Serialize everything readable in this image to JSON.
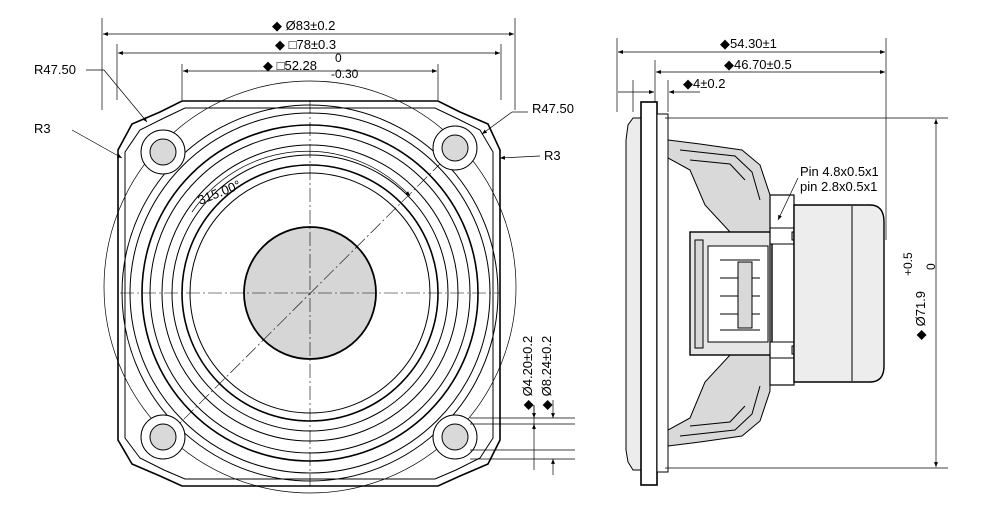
{
  "front_view": {
    "dim_outer_diameter": "◆ Ø83±0.2",
    "dim_frame_square": "◆ □78±0.3",
    "dim_hole_square_value": "◆ □52.28",
    "dim_hole_square_upper_tol": "0",
    "dim_hole_square_lower_tol": "-0.30",
    "label_radius_left": "R47.50",
    "label_corner_left": "R3",
    "label_radius_right": "R47.50",
    "label_corner_right": "R3",
    "label_angle": "315.00°",
    "dim_hole_diameter": "◆ Ø4.20±0.2",
    "dim_hole_spacing": "◆ Ø8.24±0.2"
  },
  "side_view": {
    "dim_total_depth": "◆54.30±1",
    "dim_body_depth": "◆46.70±0.5",
    "dim_flange": "◆4±0.2",
    "dim_cutout_value": "◆ Ø71.9",
    "dim_cutout_upper_tol": "+0.5",
    "dim_cutout_lower_tol": "0",
    "pin_label_line1": "Pin 4.8x0.5x1",
    "pin_label_line2": "pin 2.8x0.5x1"
  }
}
